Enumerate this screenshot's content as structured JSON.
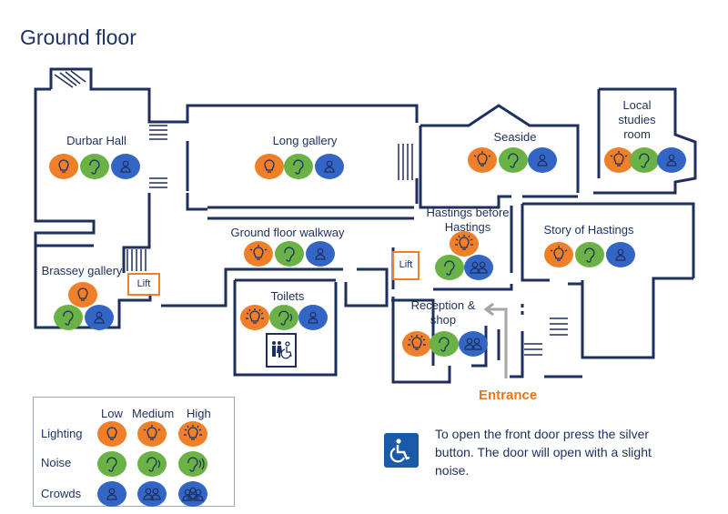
{
  "title": "Ground floor",
  "rooms": [
    {
      "id": "durbar-hall",
      "label": "Durbar Hall",
      "lighting": "low",
      "noise": "low",
      "crowds": "low"
    },
    {
      "id": "long-gallery",
      "label": "Long gallery",
      "lighting": "low",
      "noise": "low",
      "crowds": "low"
    },
    {
      "id": "seaside",
      "label": "Seaside",
      "lighting": "medium",
      "noise": "low",
      "crowds": "low"
    },
    {
      "id": "local-studies-room",
      "label": "Local studies room",
      "lighting": "medium",
      "noise": "low",
      "crowds": "low"
    },
    {
      "id": "ground-floor-walkway",
      "label": "Ground floor walkway",
      "lighting": "medium",
      "noise": "low",
      "crowds": "low"
    },
    {
      "id": "hastings-before-hastings",
      "label": "Hastings before Hastings",
      "lighting": "high",
      "noise": "low",
      "crowds": "medium"
    },
    {
      "id": "story-of-hastings",
      "label": "Story of Hastings",
      "lighting": "medium",
      "noise": "low",
      "crowds": "low"
    },
    {
      "id": "brassey-gallery",
      "label": "Brassey gallery",
      "lighting": "low",
      "noise": "low",
      "crowds": "low"
    },
    {
      "id": "toilets",
      "label": "Toilets",
      "lighting": "high",
      "noise": "medium",
      "crowds": "low"
    },
    {
      "id": "reception-shop",
      "label": "Reception & shop",
      "lighting": "high",
      "noise": "low",
      "crowds": "medium"
    }
  ],
  "lift_label": "Lift",
  "entrance_label": "Entrance",
  "legend": {
    "headers": [
      "Low",
      "Medium",
      "High"
    ],
    "rows": [
      "Lighting",
      "Noise",
      "Crowds"
    ]
  },
  "note": "To open the front door press the silver button. The door will open with a slight noise.",
  "colors": {
    "lighting": "#f07f2a",
    "noise": "#6ab245",
    "crowds": "#3366c4",
    "walls": "#1d2f5e"
  },
  "icons": [
    "lightbulb-icon",
    "ear-icon",
    "person-icon",
    "group-icon",
    "toilet-icon",
    "wheelchair-icon",
    "entrance-arrow-icon",
    "stairs-icon"
  ]
}
